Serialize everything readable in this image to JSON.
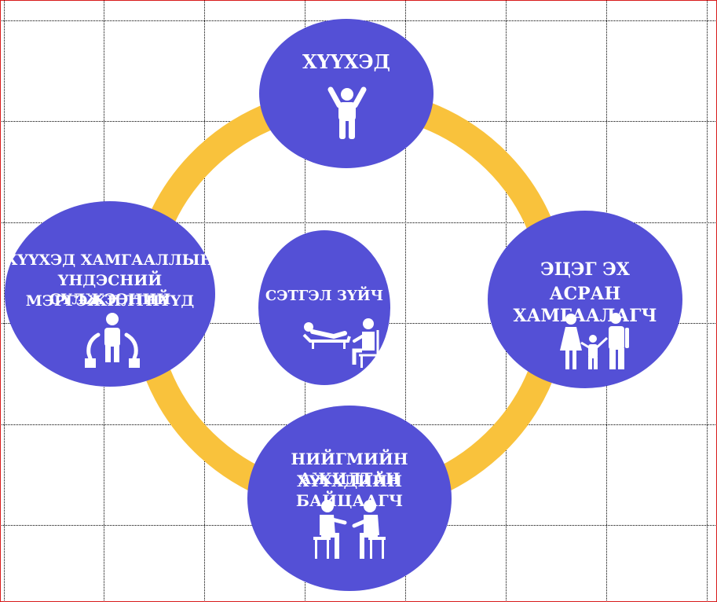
{
  "diagram": {
    "colors": {
      "ring": "#f9c23c",
      "node": "#5450d6",
      "text": "#ffffff",
      "border": "#d81b1b"
    },
    "nodes": {
      "top": {
        "label": "ХҮҮХЭД",
        "icon": "child-icon"
      },
      "right": {
        "line1": "ЭЦЭГ ЭХ",
        "line2": "АСРАН ХАМГААЛАГЧ",
        "icon": "family-icon"
      },
      "bottom": {
        "line1": "НИЙГМИЙН АЖИЛТАН",
        "line2": "ХҮҮХДИЙН БАЙЦААГЧ",
        "icon": "counseling-icon"
      },
      "left": {
        "line1": "ХҮҮХЭД ХАМГААЛЛЫН",
        "line2": "ҮНДЭСНИЙ СҮЛЖЭЭНИЙ",
        "line3": "МЭРГЭЖИЛТНҮҮД",
        "icon": "protected-person-icon"
      },
      "center": {
        "label": "СЭТГЭЛ ЗҮЙЧ",
        "icon": "psychologist-icon"
      }
    }
  }
}
